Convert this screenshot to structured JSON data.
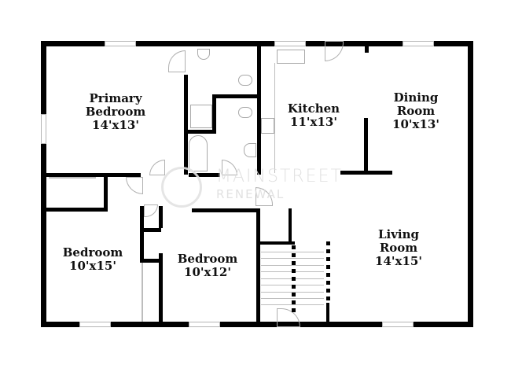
{
  "floor_plan": {
    "rooms": [
      {
        "id": "primary-bedroom",
        "name_lines": [
          "Primary",
          "Bedroom"
        ],
        "dimensions": "14'x13'"
      },
      {
        "id": "kitchen",
        "name_lines": [
          "Kitchen"
        ],
        "dimensions": "11'x13'"
      },
      {
        "id": "dining-room",
        "name_lines": [
          "Dining",
          "Room"
        ],
        "dimensions": "10'x13'"
      },
      {
        "id": "bedroom-1",
        "name_lines": [
          "Bedroom"
        ],
        "dimensions": "10'x15'"
      },
      {
        "id": "bedroom-2",
        "name_lines": [
          "Bedroom"
        ],
        "dimensions": "10'x12'"
      },
      {
        "id": "living-room",
        "name_lines": [
          "Living",
          "Room"
        ],
        "dimensions": "14'x15'"
      }
    ],
    "watermark": {
      "brand": "MAINSTREET",
      "sub": "RENEWAL"
    },
    "colors": {
      "wall": "#000000",
      "background": "#ffffff",
      "fixture_line": "#b0b0b0",
      "watermark": "#dedede"
    }
  }
}
